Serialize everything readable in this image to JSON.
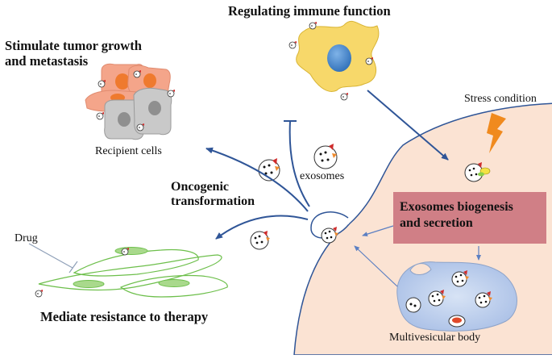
{
  "labels": {
    "immune": "Regulating immune function",
    "tumor_line1": "Stimulate tumor growth",
    "tumor_line2": "and metastasis",
    "recipient": "Recipient cells",
    "exosomes": "exosomes",
    "onco_line1": "Oncogenic",
    "onco_line2": "transformation",
    "drug": "Drug",
    "resistance": "Mediate resistance to therapy",
    "stress": "Stress condition",
    "biogenesis_line1": "Exosomes biogenesis",
    "biogenesis_line2": "and secretion",
    "mvb": "Multivesicular body"
  },
  "colors": {
    "cell_fill": "#fbe3d3",
    "cell_stroke": "#2f5597",
    "arrow": "#2f5597",
    "box": "#d07f86",
    "immune_cell": "#f7d86a",
    "nucleus_blue": "#4f8fd0",
    "tumor_cell": "#f4a58a",
    "tumor_nucleus": "#ef7a2e",
    "gray_cell": "#c9c9c9",
    "fibroblast": "#6dbf4b",
    "lightning": "#f08a1e"
  }
}
